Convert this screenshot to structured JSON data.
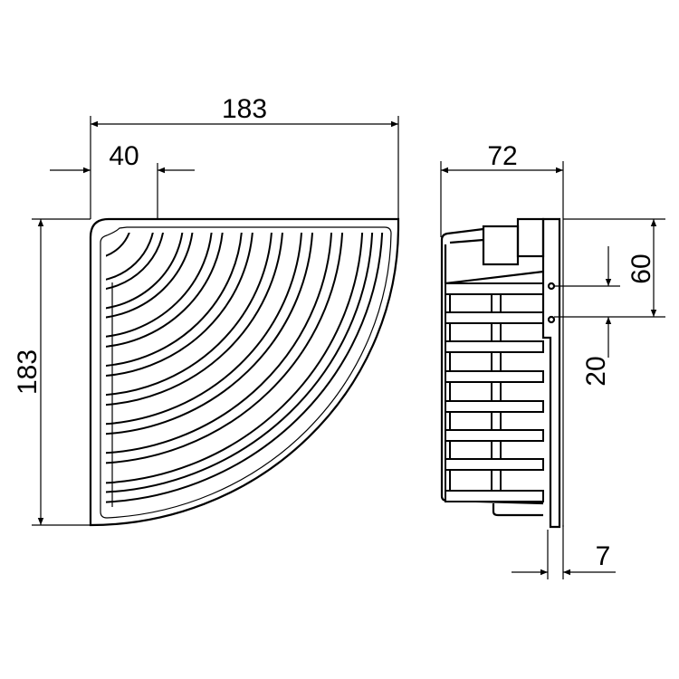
{
  "drawing": {
    "top_view": {
      "width_label": "183",
      "offset_label": "40",
      "depth_label": "183"
    },
    "side_view": {
      "depth_label": "72",
      "mount_height_label": "60",
      "hole_spacing_label": "20",
      "plate_thickness_label": "7"
    },
    "line_color": "#000000",
    "background_color": "#ffffff"
  }
}
